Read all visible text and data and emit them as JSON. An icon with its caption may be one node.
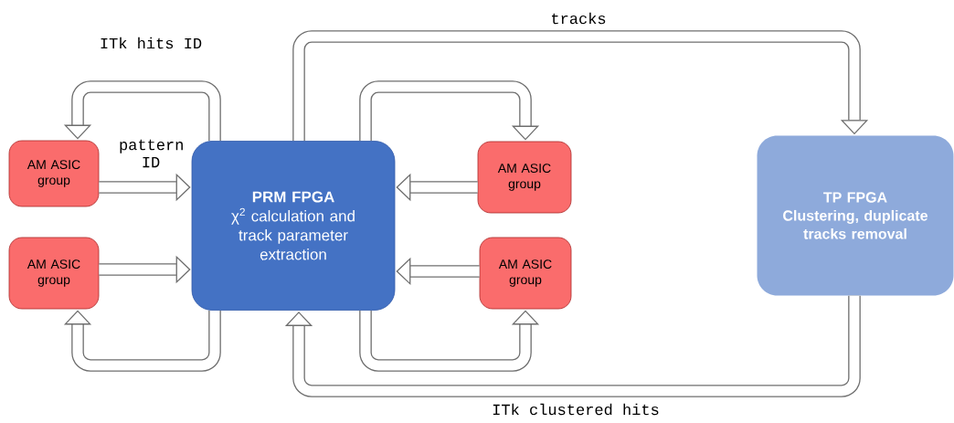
{
  "diagram": {
    "nodes": [
      {
        "text": [
          "AM ASIC group"
        ]
      },
      {
        "text": [
          "AM ASIC group"
        ]
      },
      {
        "text": [
          "PRM FPGA",
          "χ$^{2}$ calculation and track parameter extraction"
        ]
      },
      {
        "text": [
          "AM ASIC group"
        ]
      },
      {
        "text": [
          "AM ASIC group"
        ]
      },
      {
        "text": [
          "TP FPGA",
          "Clustering, duplicate tracks removal"
        ]
      }
    ],
    "edges": [
      {
        "from": 2,
        "to": 0,
        "arrow": "to",
        "label": "ITk hits ID"
      },
      {
        "from": 0,
        "to": 2,
        "arrow": "to",
        "label": "pattern ID"
      },
      {
        "from": 1,
        "to": 2,
        "arrow": "to"
      },
      {
        "from": 2,
        "to": 1,
        "arrow": "to"
      },
      {
        "from": 2,
        "to": 3,
        "arrow": "to"
      },
      {
        "from": 3,
        "to": 2,
        "arrow": "to"
      },
      {
        "from": 4,
        "to": 2,
        "arrow": "to"
      },
      {
        "from": 2,
        "to": 4,
        "arrow": "to"
      },
      {
        "from": 2,
        "to": 5,
        "arrow": "to",
        "label": "tracks"
      },
      {
        "from": 5,
        "to": 2,
        "arrow": "to",
        "label": "ITk clustered hits"
      }
    ]
  }
}
